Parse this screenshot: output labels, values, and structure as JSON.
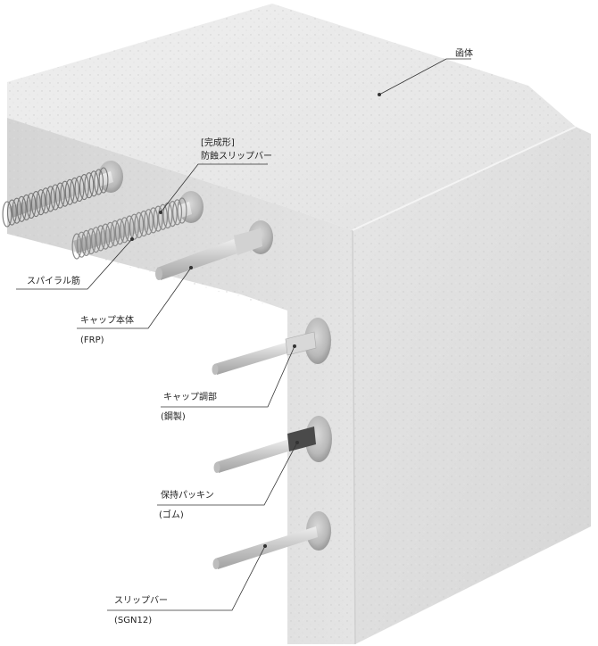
{
  "labels": {
    "body": "函体",
    "finished_bracket": "[完成形]",
    "anticorrosion_slipbar": "防蝕スリップバー",
    "spiral_rebar": "スパイラル筋",
    "cap_body": "キャップ本体",
    "cap_body_material": "(FRP)",
    "cap_tube": "キャップ調部",
    "cap_tube_material": "(鋼製)",
    "holding_packing": "保持パッキン",
    "holding_packing_material": "(ゴム)",
    "slipbar": "スリップバー",
    "slipbar_material": "(SGN12)"
  },
  "colors": {
    "concrete_top": "#e9e9e9",
    "concrete_left": "#d8d8d8",
    "concrete_right": "#e0e0e0",
    "bar": "#c6c6c6",
    "rubber": "#4a4a4a",
    "leader": "#333333"
  }
}
